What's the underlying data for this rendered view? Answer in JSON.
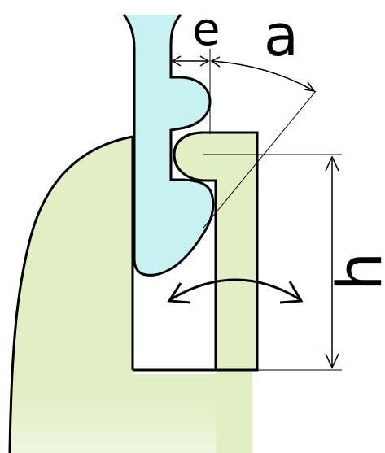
{
  "labels": {
    "e": "e",
    "a": "a",
    "h": "h"
  },
  "colors": {
    "base_green": "#e2efc5",
    "insert_blue": "#c8f1f1",
    "stroke": "#000000",
    "background": "#ffffff"
  }
}
